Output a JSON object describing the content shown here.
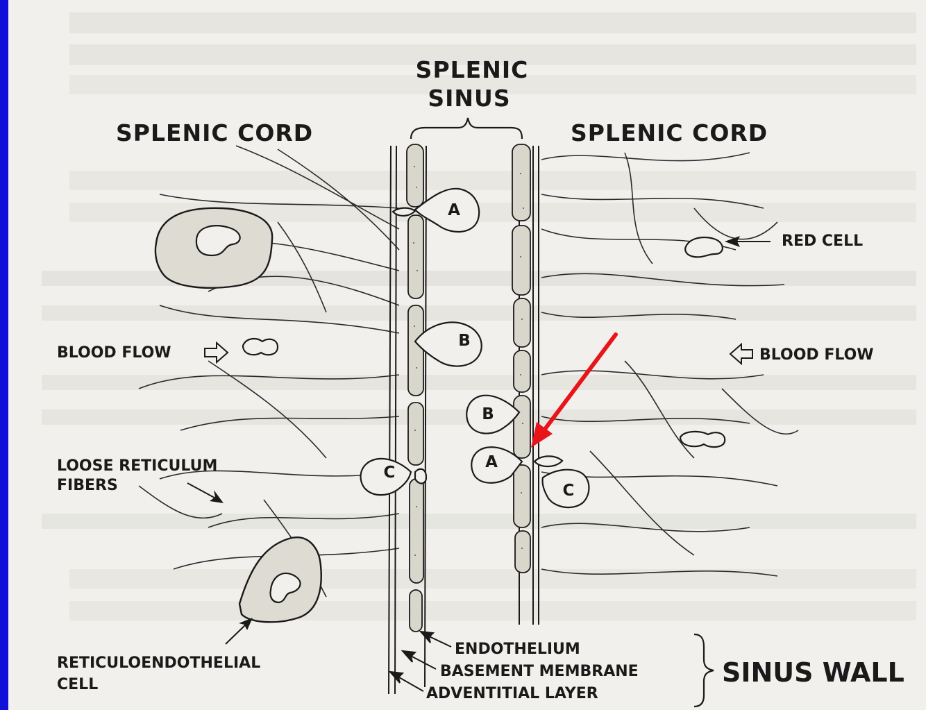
{
  "labels": {
    "splenic_sinus_line1": "SPLENIC",
    "splenic_sinus_line2": "SINUS",
    "splenic_cord_left": "SPLENIC CORD",
    "splenic_cord_right": "SPLENIC CORD",
    "red_cell": "RED CELL",
    "blood_flow_left": "BLOOD FLOW",
    "blood_flow_right": "BLOOD FLOW",
    "loose_reticulum_line1": "LOOSE RETICULUM",
    "loose_reticulum_line2": "FIBERS",
    "reticuloendothelial_line1": "RETICULOENDOTHELIAL",
    "reticuloendothelial_line2": "CELL",
    "endothelium": "ENDOTHELIUM",
    "basement_membrane": "BASEMENT MEMBRANE",
    "adventitial_layer": "ADVENTITIAL LAYER",
    "sinus_wall": "SINUS WALL"
  },
  "cell_markers": {
    "a_top": "A",
    "b_top": "B",
    "b_lower": "B",
    "a_lower": "A",
    "c_left": "C",
    "c_right": "C"
  },
  "colors": {
    "border": "#1010d8",
    "highlight_arrow": "#e8141a"
  }
}
